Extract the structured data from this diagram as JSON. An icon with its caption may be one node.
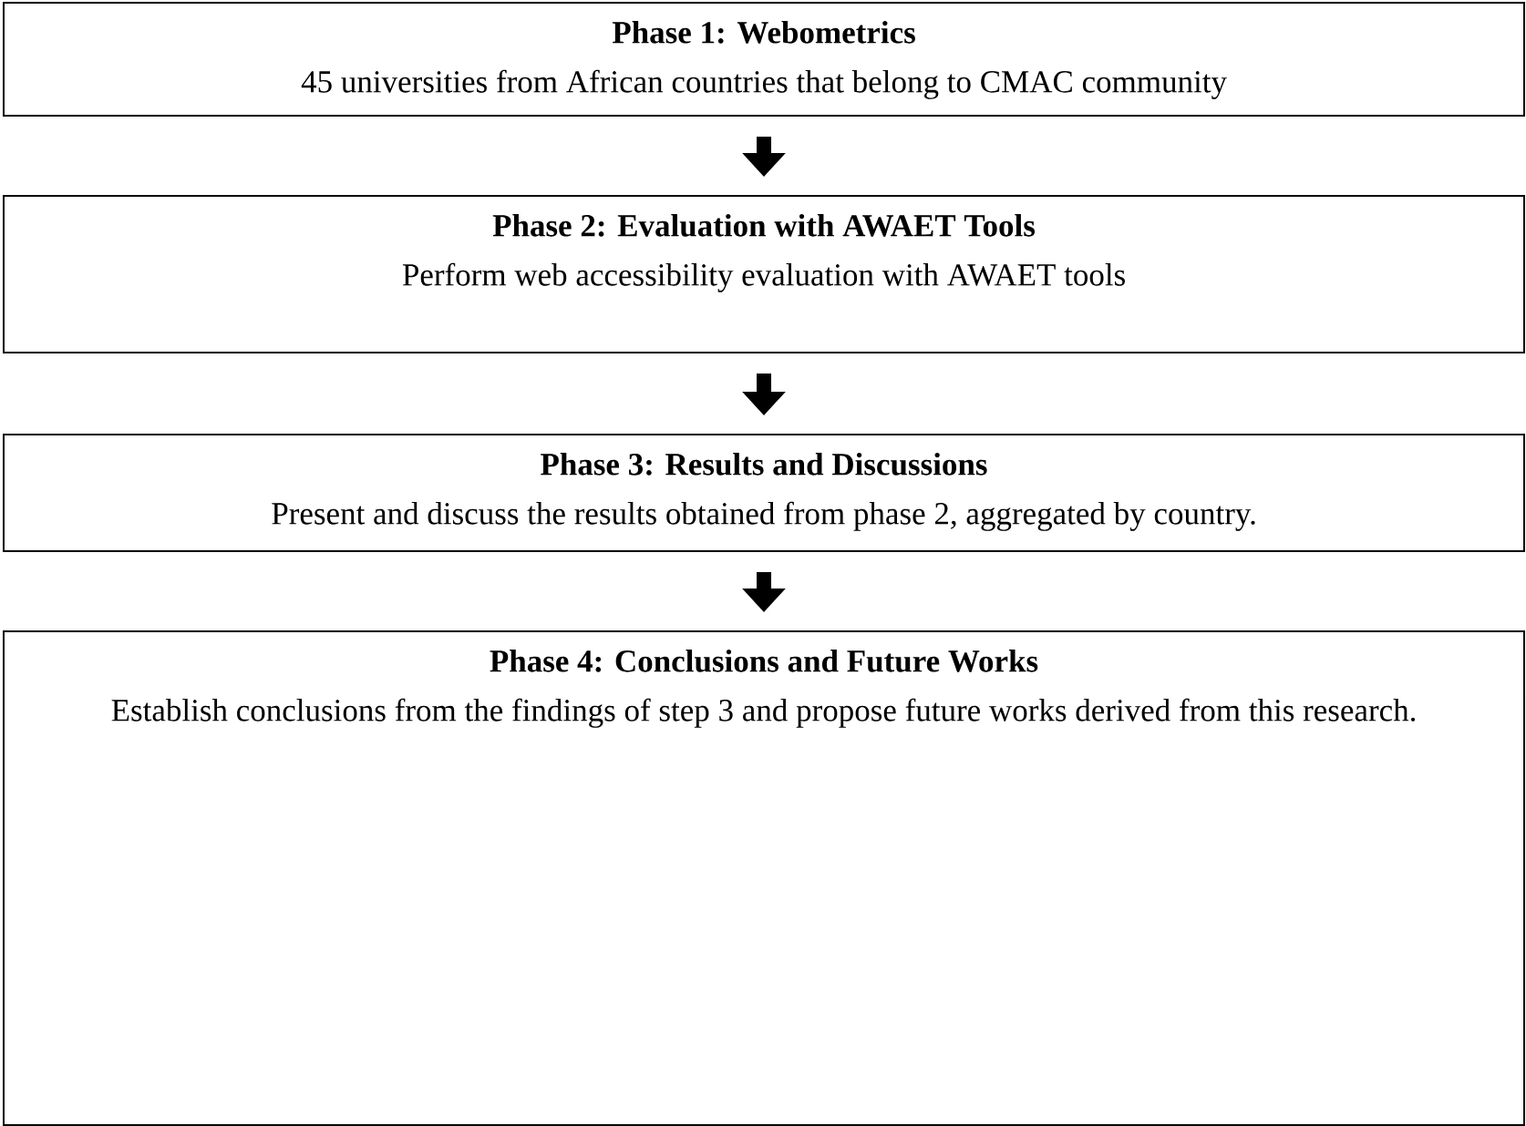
{
  "diagram": {
    "nodes": [
      {
        "text": [
          "Phase 1: Webometrics",
          "45 universities from African countries that belong to CMAC community"
        ]
      },
      {
        "text": [
          "Phase 2: Evaluation with AWAET Tools",
          "Perform web accessibility evaluation with AWAET tools"
        ]
      },
      {
        "text": [
          "Phase 3: Results and Discussions",
          "Present and discuss the results obtained from phase 2, aggregated by country."
        ]
      },
      {
        "text": [
          "Phase 4: Conclusions and Future Works",
          "Establish conclusions from the findings of step 3 and propose future works derived from this research."
        ]
      }
    ],
    "edges": [
      {
        "from": 0,
        "to": 1,
        "arrow": "to"
      },
      {
        "from": 1,
        "to": 2,
        "arrow": "to"
      },
      {
        "from": 2,
        "to": 3,
        "arrow": "to"
      }
    ]
  }
}
